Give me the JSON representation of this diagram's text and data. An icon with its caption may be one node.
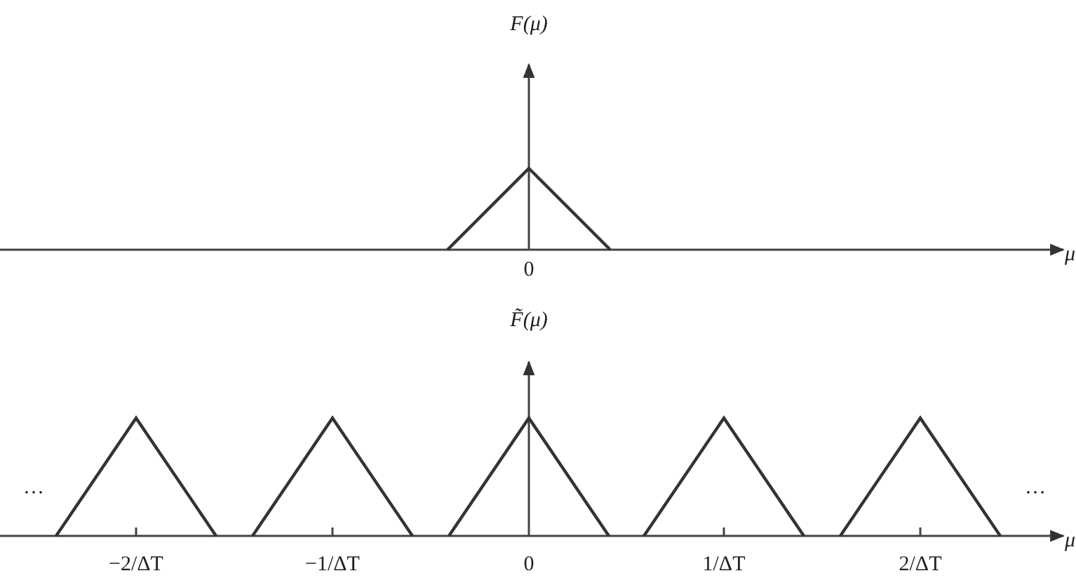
{
  "diagram": {
    "labels": [
      "F(μ)",
      "0",
      "μ",
      "F̃(μ)",
      "…",
      "…",
      "−2/ΔT",
      "−1/ΔT",
      "0",
      "1/ΔT",
      "2/ΔT",
      "μ"
    ]
  }
}
